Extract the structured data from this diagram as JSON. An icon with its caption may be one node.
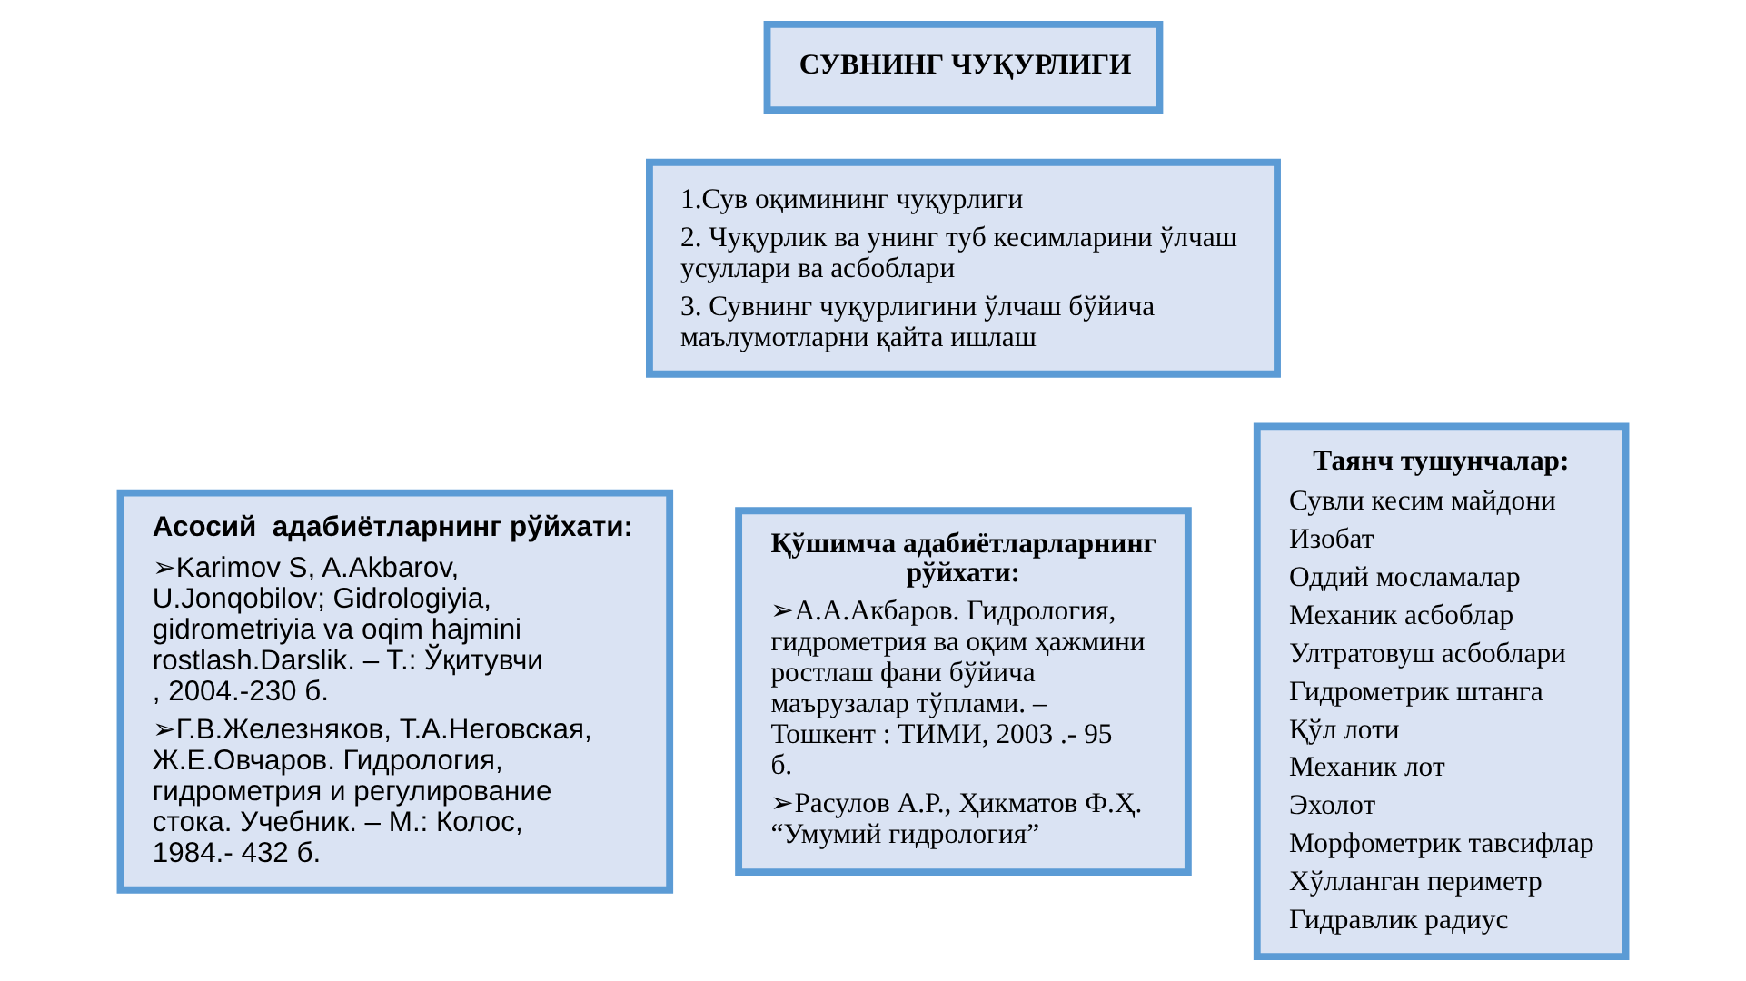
{
  "diagram": {
    "nodes": [
      {
        "text": [
          "СУВНИНГ ЧУҚУРЛИГИ"
        ]
      },
      {
        "text": [
          "1.Сув оқимининг чуқурлиги",
          "2. Чуқурлик ва унинг туб кесимларини ўлчаш усуллари ва асбоблари",
          "3. Сувнинг чуқурлигини ўлчаш бўйича маълумотларни қайта ишлаш"
        ]
      },
      {
        "text": [
          "Асосий  адабиётларнинг рўйхати:",
          "➢Karimov S, A.Akbarov, U.Jonqobilov; Gidrologiyia, gidrometriyia va oqim hajmini rostlash.Darslik. – T.: Ўқитувчи , 2004.-230 б.",
          "➢Г.В.Железняков, Т.А.Неговская, Ж.Е.Овчаров. Гидрология, гидрометрия и регулирование стока. Учебник. – М.: Колос, 1984.- 432 б."
        ]
      },
      {
        "text": [
          "Қўшимча адабиётларларнинг рўйхати:",
          "➢А.А.Акбаров. Гидрология, гидрометрия ва оқим ҳажмини ростлаш фани бўйича маърузалар тўплами. – Тошкент : ТИМИ, 2003 .- 95 б.",
          "➢Расулов А.Р., Ҳикматов Ф.Ҳ. “Умумий гидрология”"
        ]
      },
      {
        "text": [
          "Таянч тушунчалар:",
          "Сувли кесим майдони",
          "Изобат",
          "Оддий мосламалар",
          "Механик асбоблар",
          "Ултратовуш асбоблари",
          "Гидрометрик штанга",
          "Қўл лоти",
          "Механик лот",
          "Эхолот",
          "Морфометрик тавсифлар",
          "Хўлланган периметр",
          "Гидравлик радиус"
        ]
      }
    ],
    "edges": []
  }
}
